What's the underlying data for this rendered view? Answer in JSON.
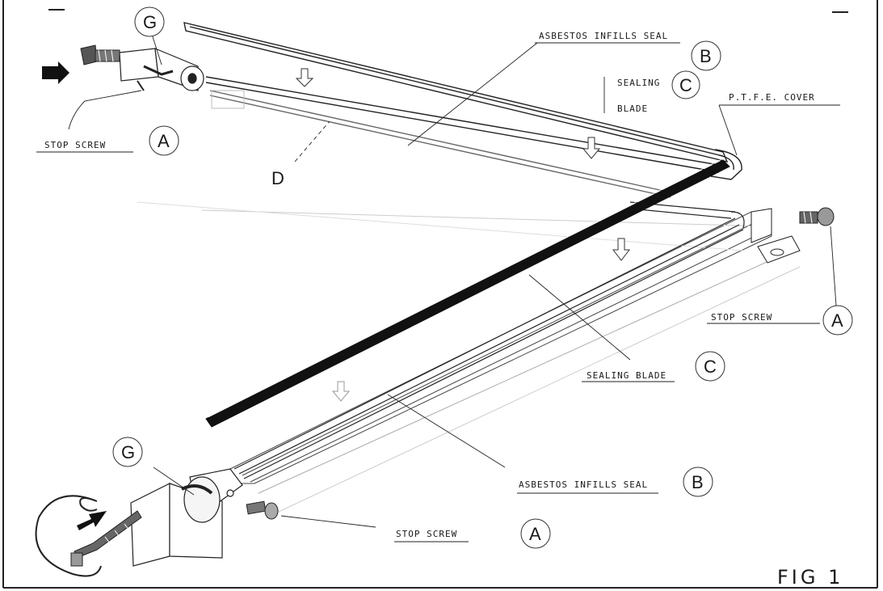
{
  "labels": {
    "asbestos_top": "ASBESTOS INFILLS SEAL",
    "asbestos_bottom": "ASBESTOS INFILLS SEAL",
    "sealing_top": "SEALING",
    "blade_top": "BLADE",
    "ptfe": "P.T.F.E. COVER",
    "stop_left": "STOP SCREW",
    "stop_right": "STOP SCREW",
    "stop_bottom": "STOP SCREW",
    "sealing_blade": "SEALING BLADE"
  },
  "callouts": {
    "g_top": "G",
    "g_bottom": "G",
    "b_top": "B",
    "b_bottom": "B",
    "c_top": "C",
    "c_mid": "C",
    "a_left": "A",
    "a_right": "A",
    "a_bottom": "A",
    "d": "D"
  },
  "figure_label": "FIG 1",
  "colors": {
    "ink": "#1a1a1a",
    "paper": "#ffffff"
  }
}
